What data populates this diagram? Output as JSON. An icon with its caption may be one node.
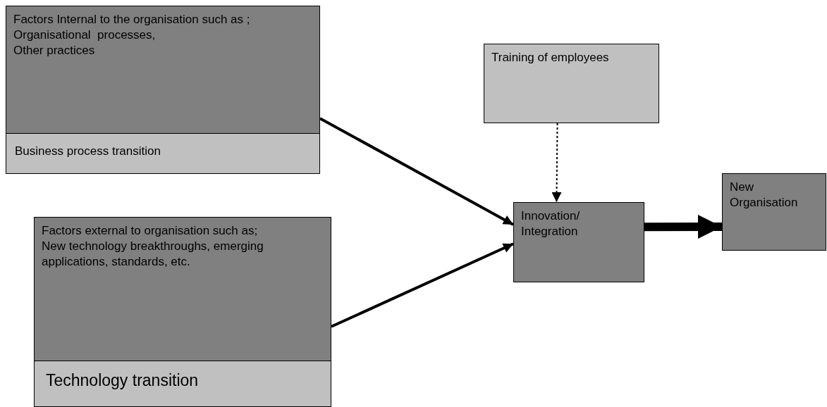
{
  "diagram": {
    "nodes": [
      {
        "text": [
          "Factors Internal to the organisation such as ;",
          "Organisational  processes,",
          "Other practices"
        ]
      },
      {
        "text": [
          "Business process transition"
        ]
      },
      {
        "text": [
          "Factors external to organisation such as;",
          "New technology breakthroughs, emerging applications, standards, etc."
        ]
      },
      {
        "text": [
          "Technology transition"
        ]
      },
      {
        "text": [
          "Training of employees"
        ]
      },
      {
        "text": [
          "Innovation/ Integration"
        ]
      },
      {
        "text": [
          "New Organisation"
        ]
      }
    ],
    "edges": [
      {
        "from": 0,
        "to": 5,
        "arrow": "to"
      },
      {
        "from": 2,
        "to": 5,
        "arrow": "to"
      },
      {
        "from": 4,
        "to": 5,
        "arrow": "to",
        "style": "dashed"
      },
      {
        "from": 5,
        "to": 6,
        "arrow": "to",
        "style": "thick"
      }
    ]
  }
}
